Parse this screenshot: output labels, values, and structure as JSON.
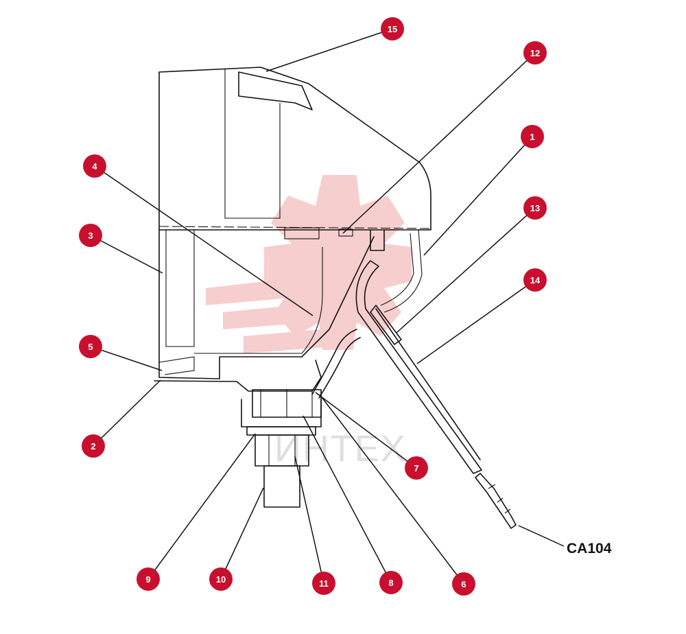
{
  "diagram": {
    "callouts": [
      {
        "id": "1",
        "label": "1"
      },
      {
        "id": "2",
        "label": "2"
      },
      {
        "id": "3",
        "label": "3"
      },
      {
        "id": "4",
        "label": "4"
      },
      {
        "id": "5",
        "label": "5"
      },
      {
        "id": "6",
        "label": "6"
      },
      {
        "id": "7",
        "label": "7"
      },
      {
        "id": "8",
        "label": "8"
      },
      {
        "id": "9",
        "label": "9"
      },
      {
        "id": "10",
        "label": "10"
      },
      {
        "id": "11",
        "label": "11"
      },
      {
        "id": "12",
        "label": "12"
      },
      {
        "id": "13",
        "label": "13"
      },
      {
        "id": "14",
        "label": "14"
      },
      {
        "id": "15",
        "label": "15"
      }
    ],
    "figure_code": "CA104",
    "watermark": "ИНТЕХ",
    "colors": {
      "callout_fill": "#c8102e",
      "line": "#111111",
      "watermark_logo": "#f6c9c9",
      "watermark_text": "#dcdcdc"
    }
  }
}
